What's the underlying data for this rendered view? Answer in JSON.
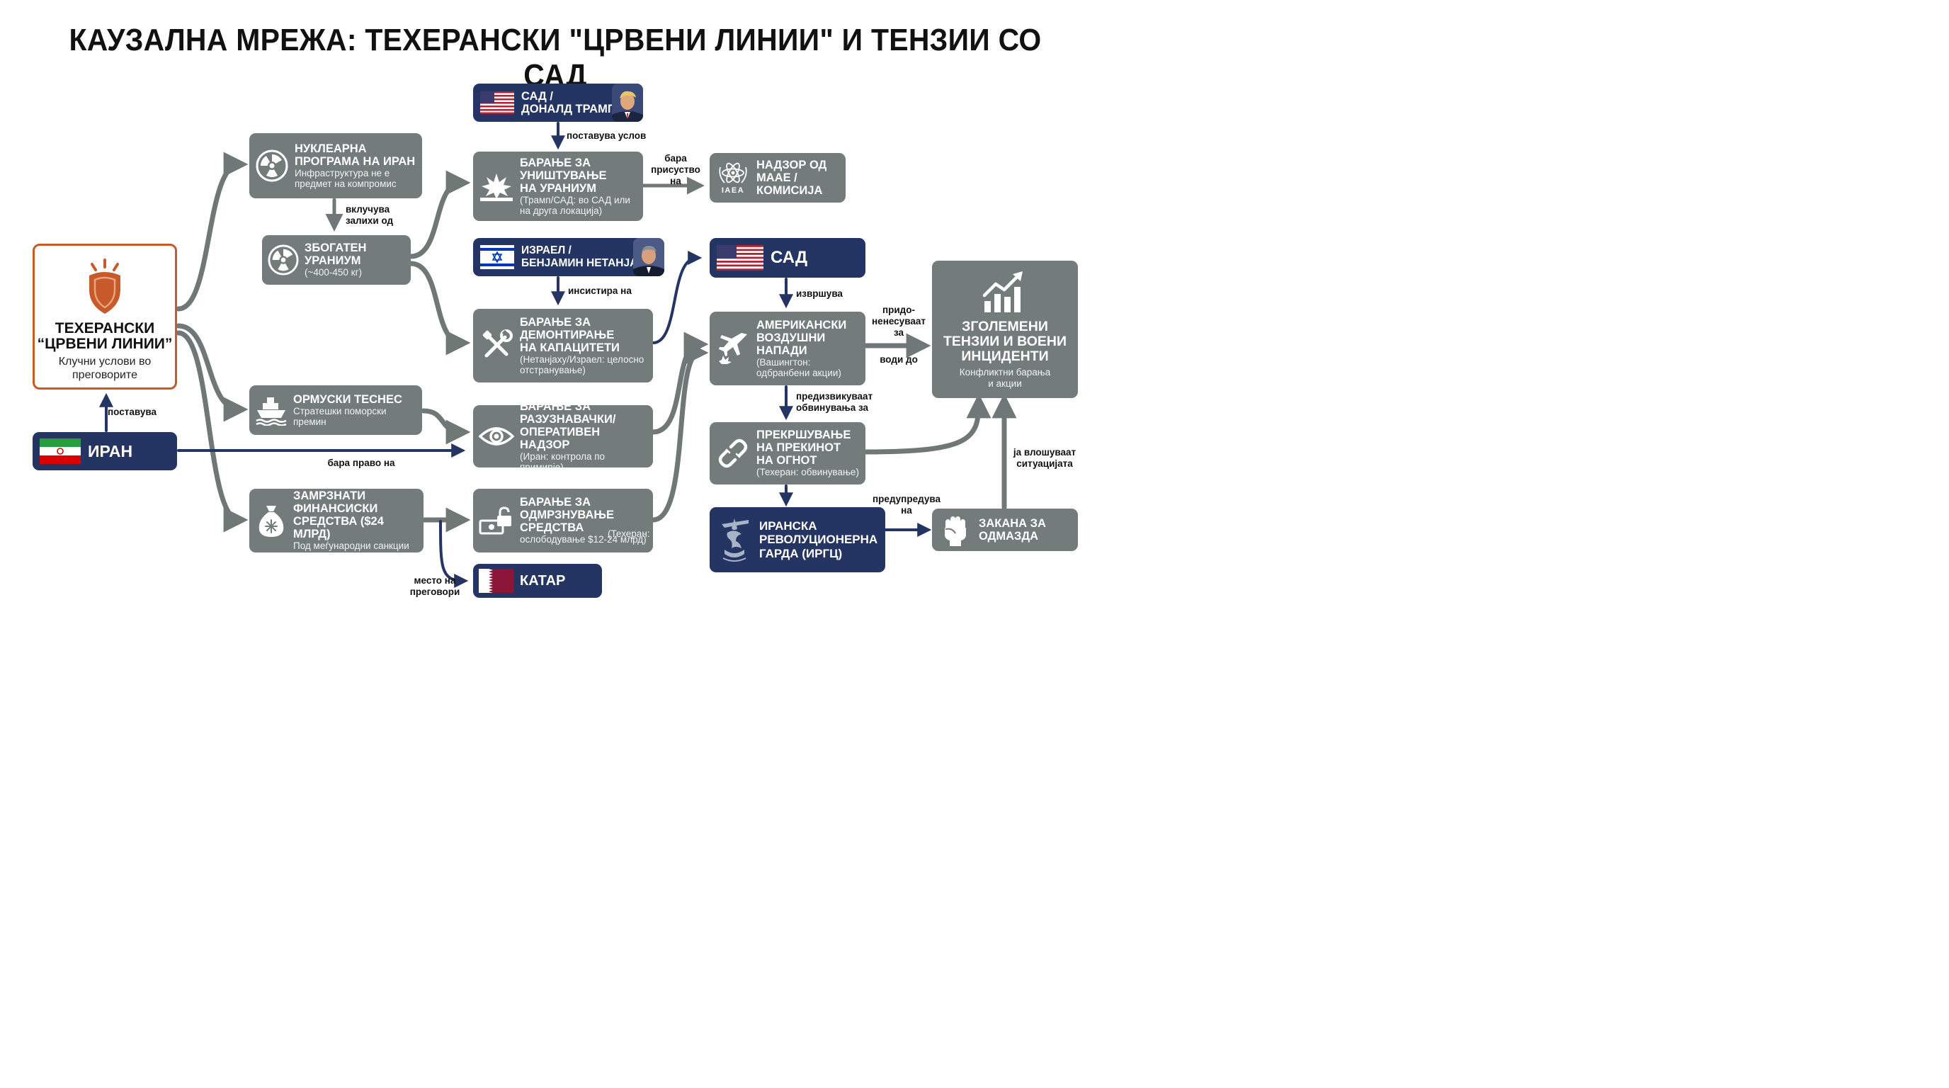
{
  "title": "КАУЗАЛНА МРЕЖА: ТЕХЕРАНСКИ \"ЦРВЕНИ ЛИНИИ\" И ТЕНЗИИ СО САД",
  "colors": {
    "gray_node": "#737c7a",
    "navy_node": "#243463",
    "accent_orange": "#c65a2a",
    "arrow_gray": "#707877",
    "arrow_navy": "#243463"
  },
  "nodes": {
    "red_lines": {
      "title": "ТЕХЕРАНСКИ\n“ЦРВЕНИ ЛИНИИ”",
      "subtitle": "Клучни услови во\nпреговорите",
      "icon": "shield-icon"
    },
    "iran": {
      "title": "ИРАН",
      "icon": "iran-flag-icon"
    },
    "nuclear_program": {
      "title": "НУКЛЕАРНА\nПРОГРАМА НА ИРАН",
      "subtitle": "Инфраструктура не е\nпредмет на компромис",
      "icon": "radiation-icon"
    },
    "enriched_uranium": {
      "title": "ЗБОГАТЕН\nУРАНИУМ",
      "subtitle": "(~400-450 кг)",
      "icon": "radiation-icon"
    },
    "hormuz": {
      "title": "ОРМУСКИ ТЕСНЕС",
      "subtitle": "Стратешки поморски\nпремин",
      "icon": "ship-icon"
    },
    "frozen_assets": {
      "title": "ЗАМРЗНАТИ\nФИНАНСИСКИ\nСРЕДСТВА ($24 млрд)",
      "subtitle": "Под меѓународни санкции",
      "icon": "money-bag-icon"
    },
    "us_trump": {
      "title": "САД /\nДОНАЛД ТРАМП",
      "icon": "us-flag-icon"
    },
    "destroy_uranium": {
      "title": "БАРАЊЕ ЗА\nУНИШТУВАЊЕ\nНА УРАНИУМ",
      "subtitle": "(Трамп/САД: во САД или\nна друга локација)",
      "icon": "explosion-icon"
    },
    "israel": {
      "title": "ИЗРАЕЛ /\nБЕНЈАМИН НЕТАНЈАХУ",
      "icon": "israel-flag-icon"
    },
    "dismantle": {
      "title": "БАРАЊЕ ЗА\nДЕМОНТИРАЊЕ\nНА КАПАЦИТЕТИ",
      "subtitle": "(Нетанјаху/Израел: целосно\nотстранување)",
      "icon": "tools-icon"
    },
    "intel_oversight": {
      "title": "БАРАЊЕ ЗА\nРАЗУЗНАВАЧКИ/\nОПЕРАТИВЕН НАДЗОР",
      "subtitle": "(Иран: контрола по примирје)",
      "icon": "eye-icon"
    },
    "unfreeze": {
      "title": "БАРАЊЕ ЗА\nОДМРЗНУВАЊЕ\nСРЕДСТВА",
      "subtitle_inline": "(Техеран:",
      "subtitle": "ослободување $12-24 млрд)",
      "icon": "unlock-money-icon"
    },
    "qatar": {
      "title": "КАТАР",
      "icon": "qatar-flag-icon"
    },
    "iaea": {
      "title": "НАДЗОР ОД\nМААЕ /\nКОМИСИЈА",
      "icon_text": "IAEA",
      "icon": "iaea-logo-icon"
    },
    "usa": {
      "title": "САД",
      "icon": "us-flag-icon"
    },
    "us_strikes": {
      "title": "АМЕРИКАНСКИ\nВОЗДУШНИ\nНАПАДИ",
      "subtitle": "(Вашингтон:\nодбранбени акции)",
      "icon": "jet-strike-icon"
    },
    "ceasefire": {
      "title": "ПРЕКРШУВАЊЕ\nНА ПРЕКИНОТ\nНА ОГНОТ",
      "subtitle": "(Техеран: обвинување)",
      "icon": "broken-chain-icon"
    },
    "irgc": {
      "title": "ИРАНСКА\nРЕВОЛУЦИОНЕРНА\nГАРДА (ИРГЦ)",
      "icon": "irgc-emblem-icon"
    },
    "tensions": {
      "title": "ЗГОЛЕМЕНИ\nТЕНЗИИ И ВОЕНИ\nИНЦИДЕНТИ",
      "subtitle": "Конфликтни барања\nи акции",
      "icon": "rising-chart-icon"
    },
    "retaliation": {
      "title": "ЗАКАНА ЗА\nОДМАЗДА",
      "icon": "fist-icon"
    }
  },
  "edges": {
    "sets": "поставува",
    "includes_stocks": "вклучува\nзалихи од",
    "sets_condition": "поставува услов",
    "requires_presence": "бара\nприсуство на",
    "insists_on": "инсистира на",
    "demands_right": "бара право на",
    "negotiation_venue": "место на\nпреговори",
    "executes": "извршува",
    "contribute_to": "придо-\nненесуваат\nза",
    "leads_to": "води до",
    "provoke_accusations": "предизвикуваат\nобвинувања за",
    "warns": "предупредува\nна",
    "escalates": "ја влошуваат\nситуацијата"
  }
}
